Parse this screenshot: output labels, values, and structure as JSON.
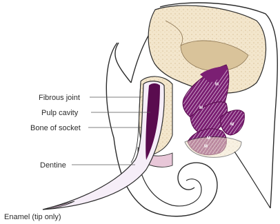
{
  "labels": {
    "fibrous_joint": "Fibrous joint",
    "pulp_cavity": "Pulp cavity",
    "bone_of_socket": "Bone of socket",
    "dentine": "Dentine",
    "enamel": "Enamel (tip only)"
  },
  "molar_label": "M",
  "colors": {
    "outline": "#2b2b2b",
    "bone": "#f3e6cc",
    "bone_shade": "#d9c39a",
    "tusk": "#f6eef8",
    "pulp": "#5a0c4f",
    "molar": "#7b1f73",
    "gum": "#e8c7d8",
    "leader": "#555555"
  }
}
